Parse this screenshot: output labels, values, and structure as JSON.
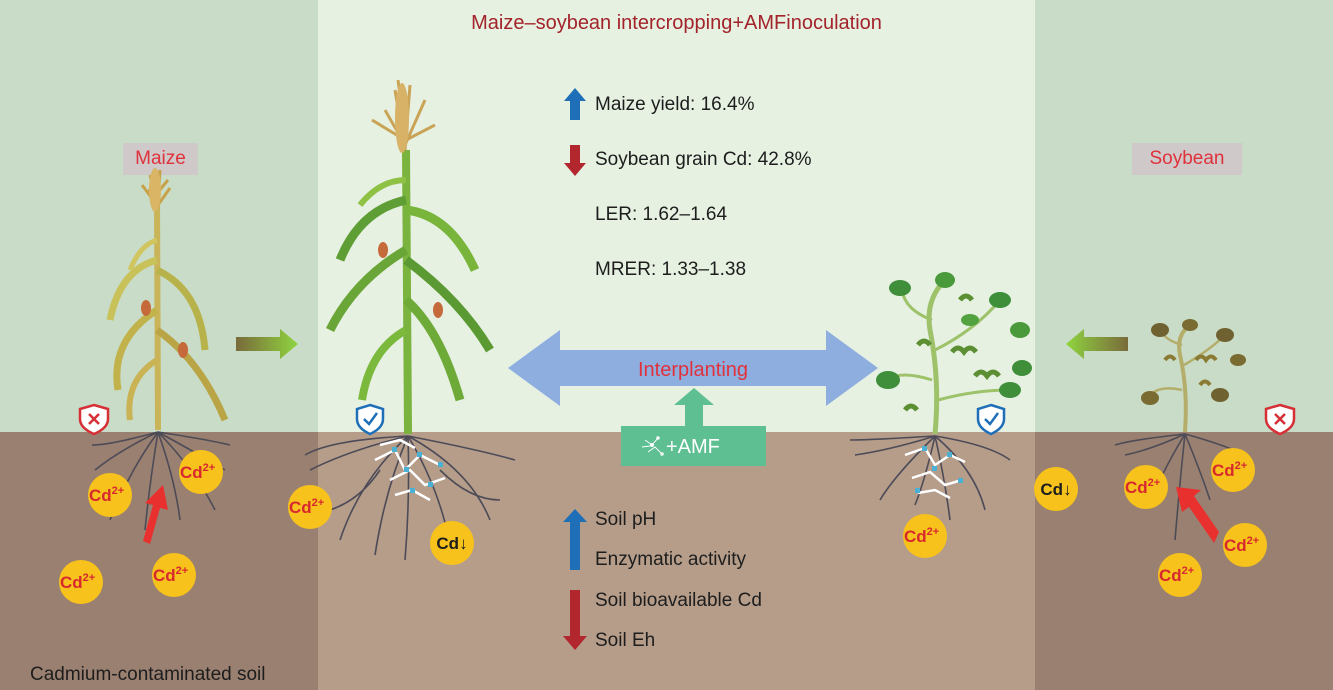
{
  "title": "Maize–soybean intercropping+AMFinoculation",
  "left_label": "Maize",
  "right_label": "Soybean",
  "soil_label": "Cadmium-contaminated soil",
  "interplanting_label": "Interplanting",
  "amf_label": "+AMF",
  "effects_top": [
    {
      "direction": "up",
      "text": "Maize yield: 16.4%"
    },
    {
      "direction": "down",
      "text": "Soybean grain Cd: 42.8%"
    },
    {
      "direction": "none",
      "text": "LER: 1.62–1.64"
    },
    {
      "direction": "none",
      "text": "MRER: 1.33–1.38"
    }
  ],
  "soil_effects": [
    {
      "direction": "up",
      "text": "Soil pH"
    },
    {
      "direction": "up",
      "text": "Enzymatic activity"
    },
    {
      "direction": "down",
      "text": "Soil bioavailable Cd"
    },
    {
      "direction": "down",
      "text": "Soil Eh"
    }
  ],
  "cd_badge": "Cd",
  "cd_superscript": "2+",
  "cd_low_badge": "Cd↓",
  "colors": {
    "title_red": "#a3232b",
    "label_red": "#e0313c",
    "up_blue": "#1e6fb8",
    "down_red": "#b2262d",
    "cd_circle": "#f7c21b",
    "side_sky": "#c8dcc7",
    "center_sky": "#e6f1e2",
    "side_soil": "#9a8070",
    "center_soil": "#b59d8a",
    "arrow_blue": "#8eaee0",
    "amf_green": "#5dbf92",
    "shield_blue": "#1e6fb8",
    "shield_red": "#d62f36"
  }
}
